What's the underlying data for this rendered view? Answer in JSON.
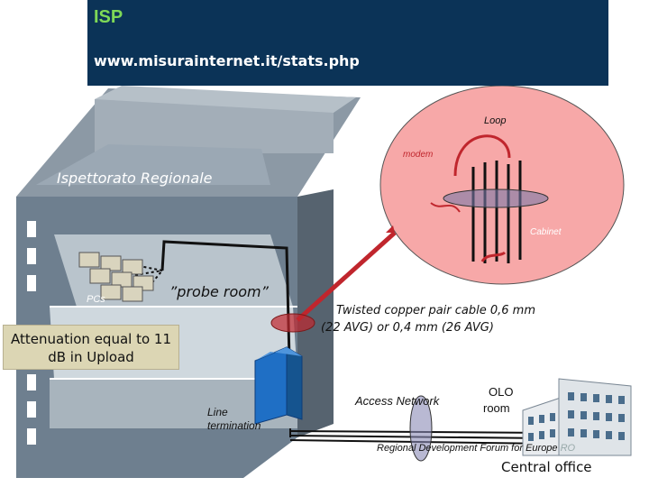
{
  "header": {
    "title": "ISP",
    "url": "www.misurainternet.it/stats.php"
  },
  "labels": {
    "loop": "Loop",
    "modem": "modem",
    "building": "Ispettorato Regionale",
    "cabinet": "Cabinet",
    "pcs": "PCs",
    "probe_room": "”probe room”",
    "attenuation_line1": "Attenuation equal to 11",
    "attenuation_line2": "dB in Upload",
    "cable_line1": "Twisted copper pair cable  0,6 mm",
    "cable_line2": "(22 AVG) or 0,4 mm (26 AVG)",
    "access_network": "Access  Network",
    "olo_line1": "OLO",
    "olo_line2": "room",
    "line_termination_line1": "Line",
    "line_termination_line2": "termination",
    "forum": "Regional Development Forum for Europe",
    "forum_suffix": "RO",
    "central_office": "Central office"
  },
  "colors": {
    "header_bg": "#0b3357",
    "header_title": "#7ed957",
    "loop_circle": "#f7a8a8",
    "building_wall": "#6e7f8f",
    "building_roof": "#9aa7b3",
    "cable_red": "#c0262d",
    "termination_blue": "#1f6fc5"
  }
}
